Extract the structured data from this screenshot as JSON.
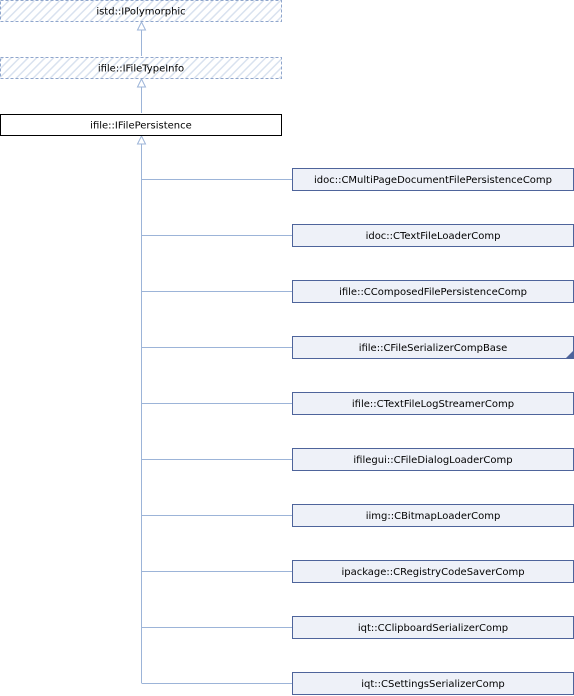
{
  "diagram": {
    "ancestors": [
      {
        "label": "istd::IPolymorphic",
        "style": "hatched"
      },
      {
        "label": "ifile::IFileTypeInfo",
        "style": "hatched"
      }
    ],
    "focus": {
      "label": "ifile::IFilePersistence",
      "style": "plain"
    },
    "derived": [
      {
        "label": "idoc::CMultiPageDocumentFilePersistenceComp"
      },
      {
        "label": "idoc::CTextFileLoaderComp"
      },
      {
        "label": "ifile::CComposedFilePersistenceComp"
      },
      {
        "label": "ifile::CFileSerializerCompBase",
        "truncated_marker": true
      },
      {
        "label": "ifile::CTextFileLogStreamerComp"
      },
      {
        "label": "ifilegui::CFileDialogLoaderComp"
      },
      {
        "label": "iimg::CBitmapLoaderComp"
      },
      {
        "label": "ipackage::CRegistryCodeSaverComp"
      },
      {
        "label": "iqt::CClipboardSerializerComp"
      },
      {
        "label": "iqt::CSettingsSerializerComp"
      }
    ],
    "colors": {
      "edge": "#9cb4d8",
      "hatch": "#d9e2ef",
      "hatched_border": "#8fa6cc",
      "derived_fill": "#eef1f8",
      "derived_border": "#4e649b",
      "focus_border": "#000000",
      "marker": "#4e649b"
    }
  }
}
